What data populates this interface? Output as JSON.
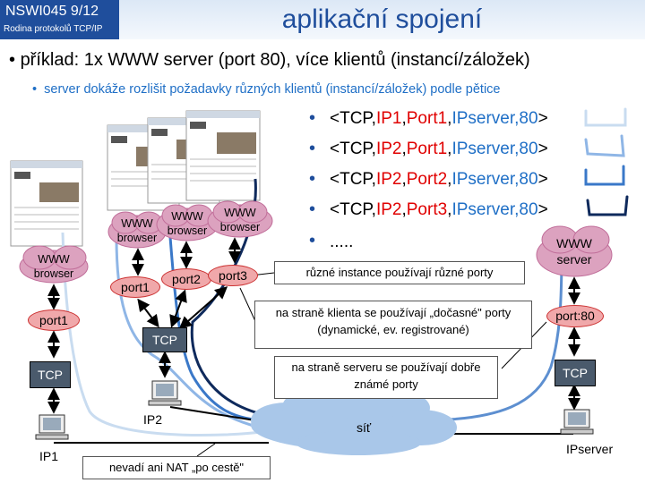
{
  "header": {
    "code": "NSWI045   9/12",
    "subtitle": "Rodina protokolů TCP/IP",
    "title": "aplikační spojení"
  },
  "bullets": {
    "main": "příklad: 1x WWW server (port 80), více klientů (instancí/záložek)",
    "sub": "server dokáže rozlišit požadavky různých klientů (instancí/záložek) podle pětice"
  },
  "tuples": [
    {
      "parts": [
        "<TCP,",
        "IP1",
        ",",
        "Port1",
        ",",
        "IPserver,80",
        ">"
      ]
    },
    {
      "parts": [
        "<TCP,",
        "IP2",
        ",",
        "Port1",
        ",",
        "IPserver,80",
        ">"
      ]
    },
    {
      "parts": [
        "<TCP,",
        "IP2",
        ",",
        "Port2",
        ",",
        "IPserver,80",
        ">"
      ]
    },
    {
      "parts": [
        "<TCP,",
        "IP2",
        ",",
        "Port3",
        ",",
        "IPserver,80",
        ">"
      ]
    }
  ],
  "more": ".....",
  "nodes": {
    "browser1": "WWW browser",
    "browser2": "WWW browser",
    "browser3": "WWW browser",
    "browser4": "WWW browser",
    "server": "WWW server",
    "port1a": "port1",
    "port1b": "port1",
    "port2": "port2",
    "port3": "port3",
    "port80": "port:80",
    "tcp1": "TCP",
    "tcp2": "TCP",
    "tcp3": "TCP",
    "ip1": "IP1",
    "ip2": "IP2",
    "ipserver": "IPserver",
    "network": "síť"
  },
  "callouts": {
    "ports": "různé instance používají různé porty",
    "client": "na straně klienta se používají „dočasné\" porty (dynamické, ev. registrované)",
    "server": "na straně serveru se používají dobře známé porty",
    "nat": "nevadí ani NAT „po cestě\""
  },
  "colors": {
    "header_bg": "#1f4e9c",
    "red": "#e00000",
    "blue": "#1f6fc6",
    "port_fill": "#f0a8aa",
    "cloud": "#dca2bf",
    "net": "#a9c7e9",
    "tcp": "#4a5a6c"
  }
}
